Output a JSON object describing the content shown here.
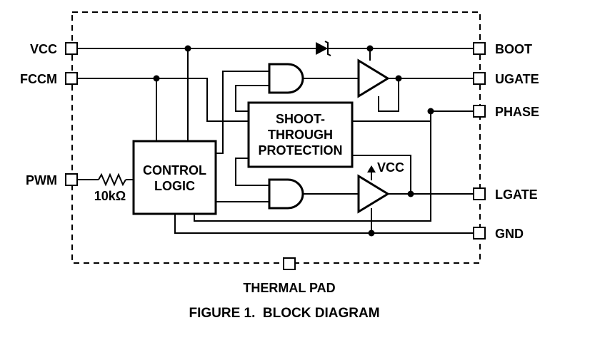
{
  "pins_left": {
    "vcc": "VCC",
    "fccm": "FCCM",
    "pwm": "PWM"
  },
  "pins_right": {
    "boot": "BOOT",
    "ugate": "UGATE",
    "phase": "PHASE",
    "lgate": "LGATE",
    "gnd": "GND"
  },
  "resistor": "10kΩ",
  "control_logic": [
    "CONTROL",
    "LOGIC"
  ],
  "shoot_through": [
    "SHOOT-",
    "THROUGH",
    "PROTECTION"
  ],
  "inner_vcc": "VCC",
  "thermal_pad": "THERMAL PAD",
  "caption": "FIGURE 1.  BLOCK DIAGRAM"
}
